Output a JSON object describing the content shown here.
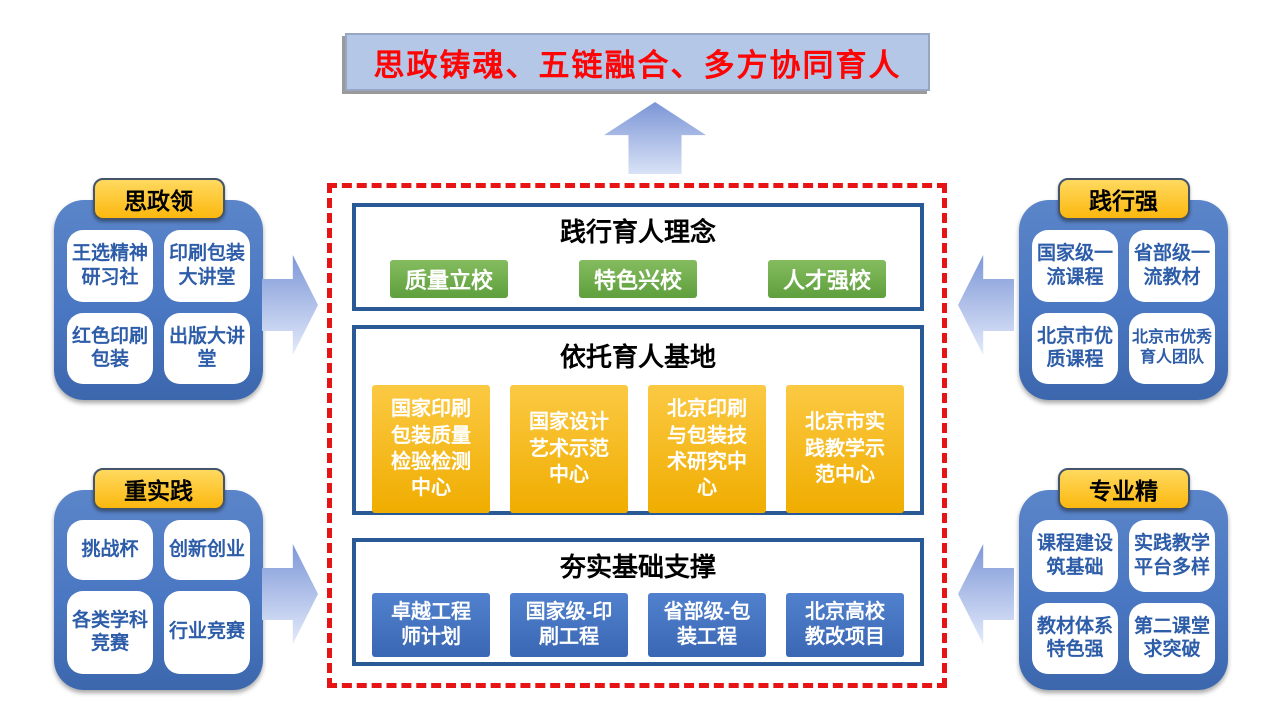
{
  "banner": {
    "text": "思政铸魂、五链融合、多方协同育人"
  },
  "center_panel": {
    "sections": [
      {
        "title": "践行育人理念",
        "items": [
          "质量立校",
          "特色兴校",
          "人才强校"
        ]
      },
      {
        "title": "依托育人基地",
        "items": [
          "国家印刷包装质量检验检测中心",
          "国家设计艺术示范中心",
          "北京印刷与包装技术研究中心",
          "北京市实践教学示范中心"
        ]
      },
      {
        "title": "夯实基础支撑",
        "items": [
          "卓越工程师计划",
          "国家级-印刷工程",
          "省部级-包装工程",
          "北京高校教改项目"
        ]
      }
    ]
  },
  "side_groups": [
    {
      "position": "left-top",
      "header": "思政领",
      "items": [
        "王选精神研习社",
        "印刷包装大讲堂",
        "红色印刷包装",
        "出版大讲堂"
      ]
    },
    {
      "position": "left-bottom",
      "header": "重实践",
      "items": [
        "挑战杯",
        "创新创业",
        "各类学科竞赛",
        "行业竞赛"
      ]
    },
    {
      "position": "right-top",
      "header": "践行强",
      "items": [
        "国家级一流课程",
        "省部级一流教材",
        "北京市优质课程",
        "北京市优秀育人团队"
      ]
    },
    {
      "position": "right-bottom",
      "header": "专业精",
      "items": [
        "课程建设筑基础",
        "实践教学平台多样",
        "教材体系特色强",
        "第二课堂求突破"
      ]
    }
  ],
  "icons": {
    "up_arrow": "arrow-up-icon",
    "left_side_arrows": "arrow-right-icon",
    "right_side_arrows": "arrow-left-icon"
  },
  "colors": {
    "banner_bg": "#b4c7e7",
    "banner_text": "#fe0505",
    "dashed_border": "#e61414",
    "panel_border": "#2a5a96",
    "chip_green": "#6aa84f",
    "chip_gold": "#f5b300",
    "chip_blue": "#4472c4",
    "group_bg": "#4a77c2",
    "group_tab_bg": "#ffc000",
    "cell_text": "#2d5ca8",
    "arrow_fill": "#7d97d7"
  }
}
